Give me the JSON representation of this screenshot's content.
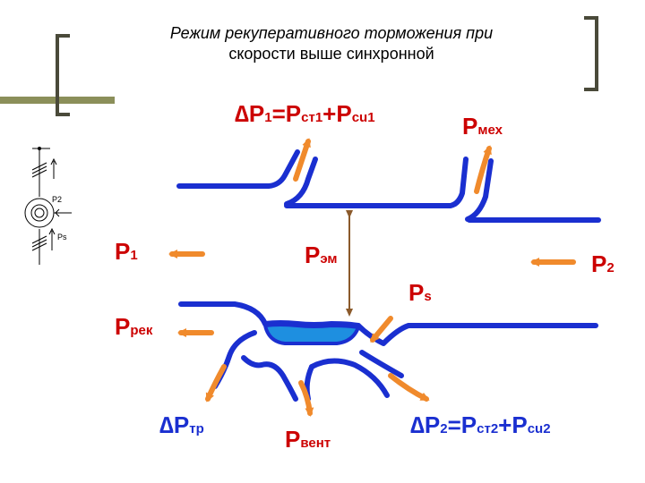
{
  "slide": {
    "title_line1": "Режим рекуперативного торможения при",
    "title_line2": "скорости выше синхронной"
  },
  "labels": {
    "dp1": {
      "delta": "∆",
      "base": "P",
      "sub1": "1",
      "eq": "=P",
      "sub2": "ст1",
      "plus": "+P",
      "sub3": "cu1"
    },
    "pmeh": {
      "base": "P",
      "sub": "мех"
    },
    "p1": {
      "base": "P",
      "sub": "1"
    },
    "pem": {
      "base": "P",
      "sub": "эм"
    },
    "p2": {
      "base": "P",
      "sub": "2"
    },
    "ps": {
      "base": "P",
      "sub": "s"
    },
    "prek": {
      "base": "P",
      "sub": "рек"
    },
    "dptr": {
      "delta": "∆",
      "base": "P",
      "sub": "тр"
    },
    "pvent": {
      "base": "P",
      "sub": "вент"
    },
    "dp2": {
      "delta": "∆",
      "base": "P",
      "sub1": "2",
      "eq": "=P",
      "sub2": "ст2",
      "plus": "+P",
      "sub3": "cu2"
    }
  },
  "schematic": {
    "p2_label": "P2",
    "ps_label": "Ps"
  },
  "colors": {
    "flow_line": "#1a2fd0",
    "arrow": "#f08a2c",
    "text_red": "#cc0000",
    "text_blue": "#1a2fd0",
    "accent_olive": "#8b8f5a",
    "pool_fill": "#1e8fe0"
  }
}
